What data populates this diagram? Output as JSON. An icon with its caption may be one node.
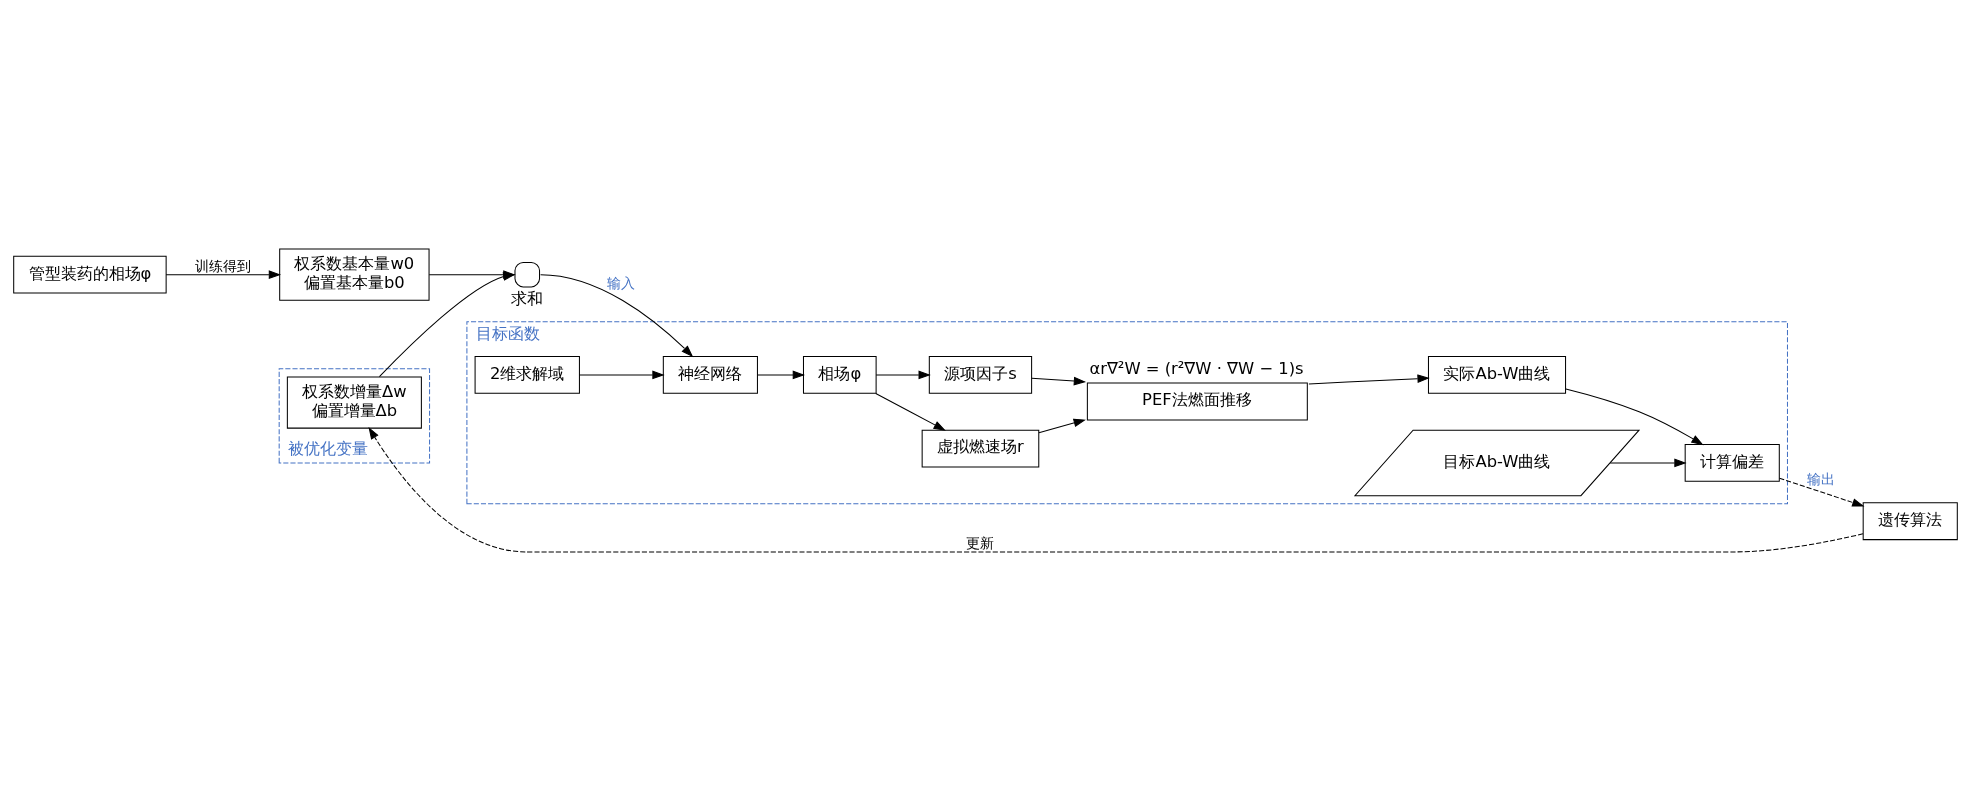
{
  "diagram": {
    "nodes": [
      {
        "text": [
          "目标函数"
        ]
      },
      {
        "text": [
          "2维求解域"
        ],
        "in": 0
      },
      {
        "text": [
          "神经网络"
        ],
        "in": 0
      },
      {
        "text": [
          "相场φ"
        ],
        "in": 0
      },
      {
        "text": [
          "虚拟燃速场r"
        ],
        "in": 0
      },
      {
        "text": [
          "源项因子s"
        ],
        "in": 0
      },
      {
        "text": [
          "PEF法燃面推移"
        ],
        "in": 0,
        "beside": [
          "αr∇²W = (r²∇W · ∇W − 1)s"
        ]
      },
      {
        "text": [
          "实际Ab-W曲线"
        ],
        "in": 0
      },
      {
        "text": [
          "目标Ab-W曲线"
        ],
        "in": 0
      },
      {
        "text": [
          "计算偏差"
        ],
        "in": 0
      },
      {
        "text": [],
        "shape": "circle",
        "beside": [
          "求和"
        ]
      },
      {
        "text": [
          "权系数基本量w0",
          "偏置基本量b0"
        ]
      },
      {
        "text": [
          "被优化变量"
        ]
      },
      {
        "text": [
          "权系数增量Δw",
          "偏置增量Δb"
        ],
        "in": 12
      },
      {
        "text": [
          "遗传算法"
        ]
      },
      {
        "text": [
          "管型装药的相场φ"
        ]
      }
    ],
    "edges": [
      {
        "from": 1,
        "to": 2,
        "arrow": "to"
      },
      {
        "from": 2,
        "to": 3,
        "arrow": "to"
      },
      {
        "from": 3,
        "to": 4,
        "arrow": "to"
      },
      {
        "from": 3,
        "to": 5,
        "arrow": "to"
      },
      {
        "from": 4,
        "to": 6,
        "arrow": "to"
      },
      {
        "from": 5,
        "to": 6,
        "arrow": "to"
      },
      {
        "from": 6,
        "to": 7,
        "arrow": "to"
      },
      {
        "from": 7,
        "to": 9,
        "arrow": "to"
      },
      {
        "from": 8,
        "to": 9,
        "arrow": "to"
      },
      {
        "from": 9,
        "to": 14,
        "arrow": "to",
        "style": "dashed",
        "label": "输出"
      },
      {
        "from": 14,
        "to": 13,
        "arrow": "to",
        "style": "dashed",
        "label": "更新"
      },
      {
        "from": 13,
        "to": 10,
        "arrow": "to"
      },
      {
        "from": 11,
        "to": 10,
        "arrow": "to"
      },
      {
        "from": 10,
        "to": 2,
        "arrow": "to",
        "label": "输入"
      },
      {
        "from": 15,
        "to": 11,
        "arrow": "to",
        "label": "训练得到"
      }
    ]
  }
}
